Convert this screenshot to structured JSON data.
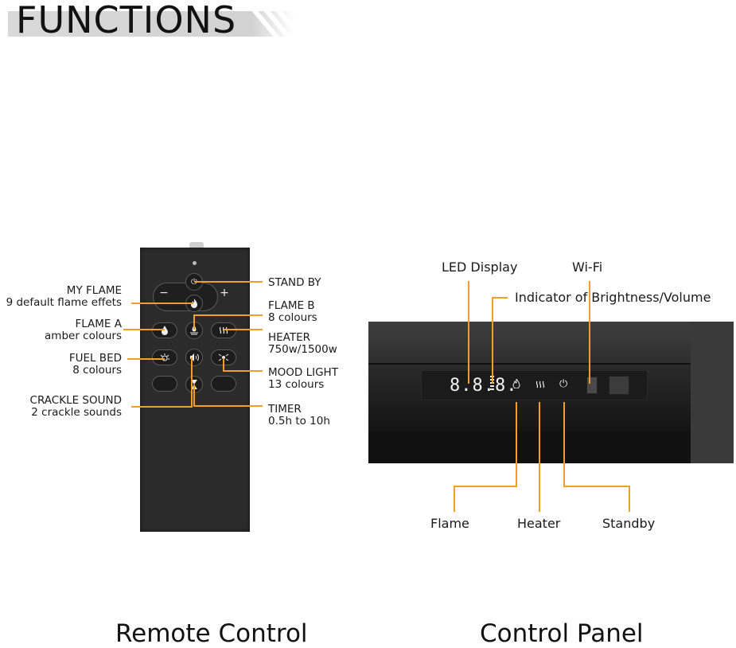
{
  "header": {
    "title": "FUNCTIONS"
  },
  "remote": {
    "icons": {
      "standby": "⏻",
      "minus": "−",
      "plus": "+",
      "my_flame": "flame-icon",
      "flame_a": "droplet-icon",
      "flame_b": "flame-b-icon",
      "heater": "heat-icon",
      "fuel_bed": "fuel-bed-icon",
      "crackle": "speaker-icon",
      "mood": "mood-light-icon",
      "timer": "hourglass-icon"
    }
  },
  "labels": {
    "my_flame": {
      "line1": "MY FLAME",
      "line2": "9 default flame effets"
    },
    "flame_a": {
      "line1": "FLAME A",
      "line2": "amber colours"
    },
    "fuel_bed": {
      "line1": "FUEL BED",
      "line2": "8 colours"
    },
    "crackle": {
      "line1": "CRACKLE SOUND",
      "line2": "2 crackle sounds"
    },
    "stand_by": {
      "line1": "STAND BY"
    },
    "flame_b": {
      "line1": "FLAME B",
      "line2": "8 colours"
    },
    "heater": {
      "line1": "HEATER",
      "line2": "750w/1500w"
    },
    "mood_light": {
      "line1": "MOOD LIGHT",
      "line2": "13 colours"
    },
    "timer": {
      "line1": "TIMER",
      "line2": "0.5h to 10h"
    }
  },
  "panel": {
    "led_display_label": "LED Display",
    "indicator_label": "Indicator of Brightness/Volume",
    "wifi_label": "Wi-Fi",
    "flame_label": "Flame",
    "heater_label": "Heater",
    "standby_label": "Standby",
    "digits": "8.8.8."
  },
  "captions": {
    "remote": "Remote Control",
    "panel": "Control Panel"
  },
  "colors": {
    "leader": "#f0a028",
    "remote_body": "#2b2b2b",
    "panel": "#353535"
  }
}
